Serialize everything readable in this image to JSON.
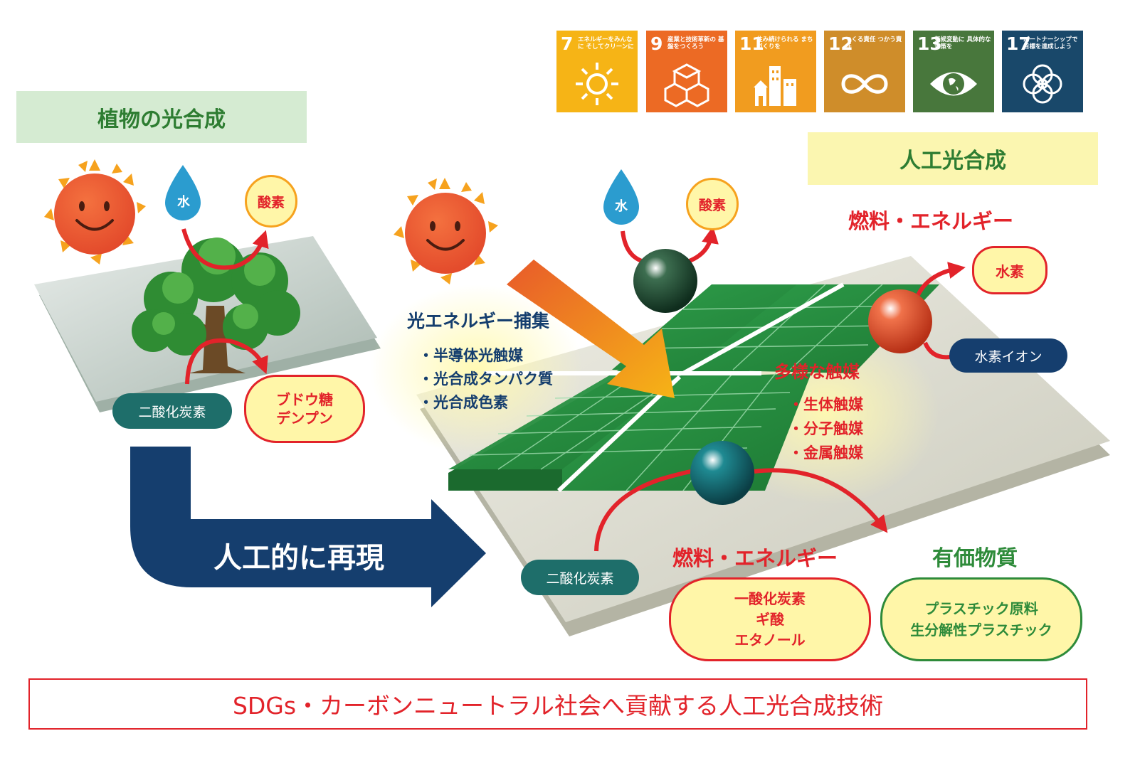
{
  "sdgs": [
    {
      "number": "7",
      "caption": "エネルギーをみんなに そしてクリーンに",
      "color": "#F6B416",
      "icon": "sun-icon"
    },
    {
      "number": "9",
      "caption": "産業と技術革新の 基盤をつくろう",
      "color": "#EC6A24",
      "icon": "cubes-icon"
    },
    {
      "number": "11",
      "caption": "住み続けられる まちづくりを",
      "color": "#F19C1F",
      "icon": "city-icon"
    },
    {
      "number": "12",
      "caption": "つくる責任 つかう責任",
      "color": "#CF8D2A",
      "icon": "infinity-icon"
    },
    {
      "number": "13",
      "caption": "気候変動に 具体的な対策を",
      "color": "#48773C",
      "icon": "eye-globe-icon"
    },
    {
      "number": "17",
      "caption": "パートナーシップで 目標を達成しよう",
      "color": "#19486A",
      "icon": "flower-icon"
    }
  ],
  "plant": {
    "title": "植物の光合成",
    "water": "水",
    "oxygen": "酸素",
    "co2": "二酸化炭素",
    "products": [
      "ブドウ糖",
      "デンプン"
    ]
  },
  "reproduce_label": "人工的に再現",
  "artificial": {
    "title": "人工光合成",
    "water": "水",
    "oxygen": "酸素",
    "light_heading": "光エネルギー捕集",
    "light_items": [
      "・半導体光触媒",
      "・光合成タンパク質",
      "・光合成色素"
    ],
    "catalyst_heading": "多様な触媒",
    "catalyst_items": [
      "・生体触媒",
      "・分子触媒",
      "・金属触媒"
    ],
    "fuel_heading_top": "燃料・エネルギー",
    "hydrogen": "水素",
    "hydrogen_ion": "水素イオン",
    "co2": "二酸化炭素",
    "fuel_heading_bottom": "燃料・エネルギー",
    "fuel_items": [
      "一酸化炭素",
      "ギ酸",
      "エタノール"
    ],
    "valuable_heading": "有価物質",
    "valuable_items": [
      "プラスチック原料",
      "生分解性プラスチック"
    ]
  },
  "footer": "SDGs・カーボンニュートラル社会へ貢献する人工光合成技術",
  "colors": {
    "red": "#E2232A",
    "navy": "#153E6E",
    "teal": "#1E6E6A",
    "green": "#2E8B3A",
    "yellow_fill": "#FFF6A8"
  }
}
